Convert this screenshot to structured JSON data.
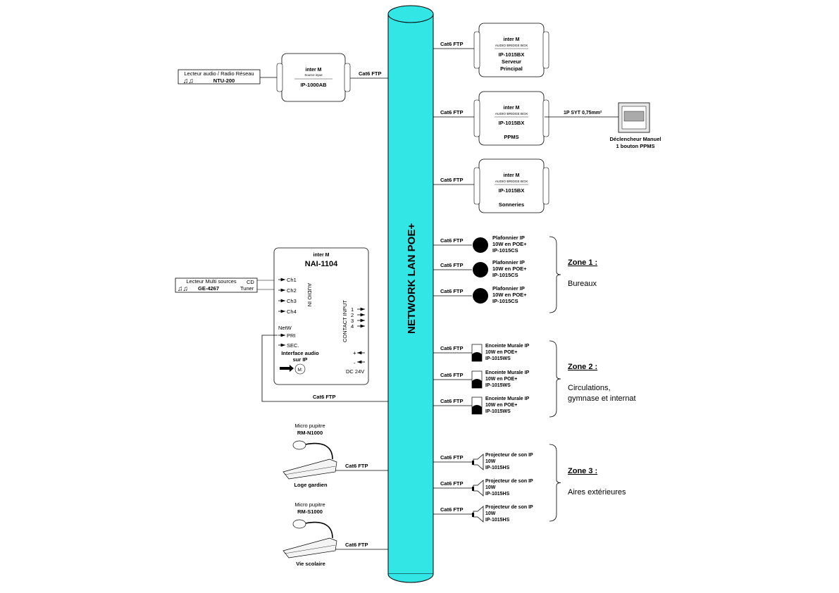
{
  "bus": {
    "label": "NETWORK LAN POE+",
    "color": "#33e6e6"
  },
  "cable": "Cat6 FTP",
  "ntu": {
    "line1": "Lecteur audio / Radio Réseau",
    "line2": "NTU-200"
  },
  "ip1000ab": {
    "brand": "inter M",
    "sub": "Source input",
    "model": "IP-1000AB"
  },
  "bridges": [
    {
      "brand": "inter M",
      "sub": "AUDIO BRIDGE BOX",
      "model": "IP-1015BX",
      "l1": "Serveur",
      "l2": "Principal"
    },
    {
      "brand": "inter M",
      "sub": "AUDIO BRIDGE BOX",
      "model": "IP-1015BX",
      "l1": "",
      "l2": "PPMS"
    },
    {
      "brand": "inter M",
      "sub": "AUDIO BRIDGE BOX",
      "model": "IP-1015BX",
      "l1": "",
      "l2": "Sonneries"
    }
  ],
  "ppms": {
    "cable": "1P SYT 0,75mm²",
    "l1": "Déclencheur Manuel",
    "l2": "1 bouton PPMS"
  },
  "nai": {
    "brand": "inter M",
    "model": "NAI-1104",
    "channels": [
      "Ch1",
      "Ch2",
      "Ch3",
      "Ch4"
    ],
    "audio_in": "AUDIO IN",
    "contact_input": "CONTACT INPUT",
    "contacts": [
      "1",
      "2",
      "3",
      "4"
    ],
    "netw": "NetW",
    "pri": "PRI",
    "sec": "SEC.",
    "desc1": "Interface audio",
    "desc2": "sur IP",
    "plus": "+",
    "minus": "-",
    "dc": "DC 24V",
    "m": "M:"
  },
  "ge": {
    "line1": "Lecteur Multi sources",
    "line2": "GE-4267",
    "cd": "CD",
    "tuner": "Tuner"
  },
  "mics": [
    {
      "label": "Micro pupitre",
      "model": "RM-N1000",
      "location": "Loge gardien"
    },
    {
      "label": "Micro pupitre",
      "model": "RM-S1000",
      "location": "Vie scolaire"
    }
  ],
  "zones": [
    {
      "title": "Zone 1 :",
      "desc": [
        "Bureaux"
      ],
      "devices": [
        [
          "Plafonnier IP",
          "10W en POE+",
          "IP-1015CS"
        ],
        [
          "Plafonnier IP",
          "10W en POE+",
          "IP-1015CS"
        ],
        [
          "Plafonnier IP",
          "10W en POE+",
          "IP-1015CS"
        ]
      ]
    },
    {
      "title": "Zone 2 :",
      "desc": [
        "Circulations,",
        "gymnase et internat"
      ],
      "devices": [
        [
          "Enceinte Murale IP",
          "10W en POE+",
          "IP-1015WS"
        ],
        [
          "Enceinte Murale IP",
          "10W en POE+",
          "IP-1015WS"
        ],
        [
          "Enceinte Murale IP",
          "10W en POE+",
          "IP-1015WS"
        ]
      ]
    },
    {
      "title": "Zone 3 :",
      "desc": [
        "Aires extérieures"
      ],
      "devices": [
        [
          "Projecteur de son IP",
          "10W",
          "IP-1015HS"
        ],
        [
          "Projecteur de son IP",
          "10W",
          "IP-1015HS"
        ],
        [
          "Projecteur de son IP",
          "10W",
          "IP-1015HS"
        ]
      ]
    }
  ]
}
